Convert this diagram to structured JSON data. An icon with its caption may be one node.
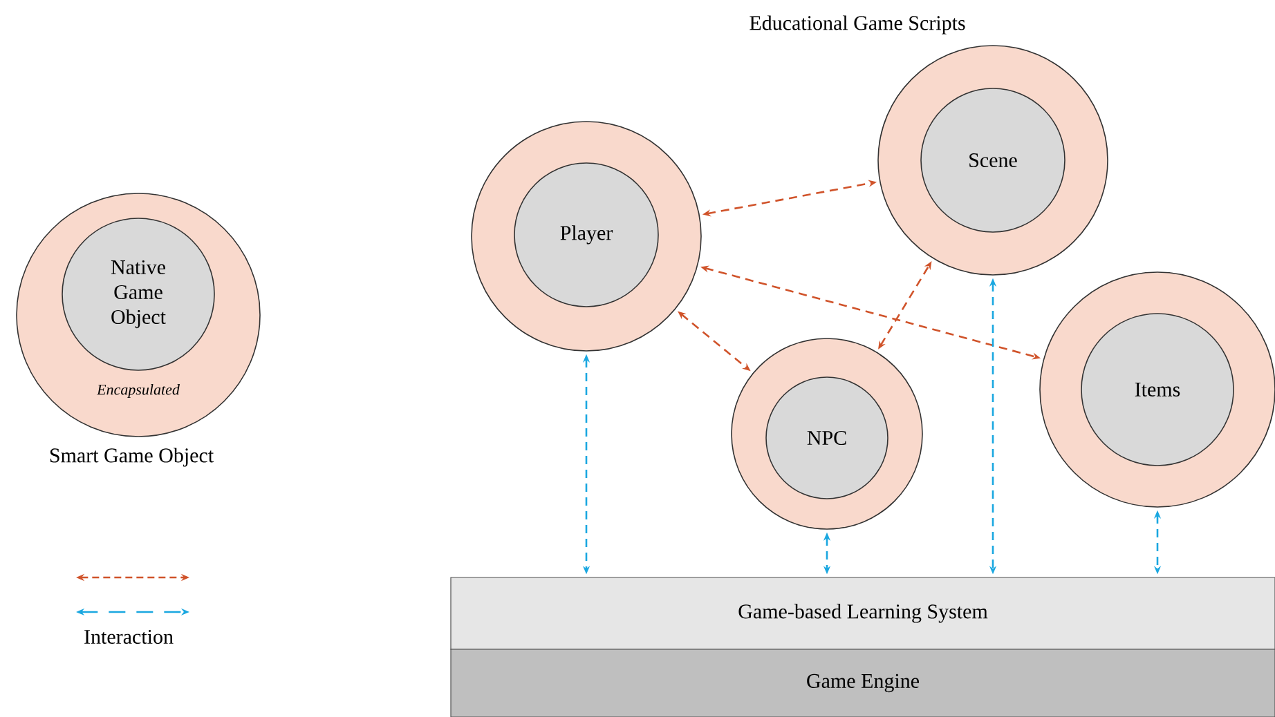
{
  "diagram": {
    "nodes": [
      {
        "text": [
          "Encapsulated"
        ],
        "beside": [
          "Smart Game Object"
        ]
      },
      {
        "text": [
          "Native Game Object"
        ],
        "in": 0
      },
      {
        "text": [],
        "shape": "circle"
      },
      {
        "text": [
          "Player"
        ],
        "in": 2
      },
      {
        "text": [],
        "shape": "circle"
      },
      {
        "text": [
          "Scene"
        ],
        "in": 4
      },
      {
        "text": [],
        "shape": "circle"
      },
      {
        "text": [
          "NPC"
        ],
        "in": 6
      },
      {
        "text": [],
        "shape": "circle"
      },
      {
        "text": [
          "Items"
        ],
        "in": 8
      },
      {
        "text": [
          "Game-based Learning System"
        ]
      },
      {
        "text": [
          "Game Engine"
        ]
      }
    ],
    "edges": [
      {
        "from": 2,
        "to": 4,
        "arrow": "both",
        "style": "dashed",
        "color": "#d0532a"
      },
      {
        "from": 2,
        "to": 8,
        "arrow": "both",
        "style": "dashed",
        "color": "#d0532a"
      },
      {
        "from": 2,
        "to": 6,
        "arrow": "both",
        "style": "dashed",
        "color": "#d0532a"
      },
      {
        "from": 6,
        "to": 4,
        "arrow": "both",
        "style": "dashed",
        "color": "#d0532a"
      },
      {
        "from": 2,
        "to": 10,
        "arrow": "both",
        "style": "dashed",
        "color": "#1aa7e0"
      },
      {
        "from": 6,
        "to": 10,
        "arrow": "both",
        "style": "dashed",
        "color": "#1aa7e0"
      },
      {
        "from": 4,
        "to": 10,
        "arrow": "both",
        "style": "dashed",
        "color": "#1aa7e0"
      },
      {
        "from": 8,
        "to": 10,
        "arrow": "both",
        "style": "dashed",
        "color": "#1aa7e0"
      }
    ],
    "labels": [
      "Educational Game Scripts"
    ],
    "legend": [
      {
        "text": "Interaction"
      }
    ]
  }
}
